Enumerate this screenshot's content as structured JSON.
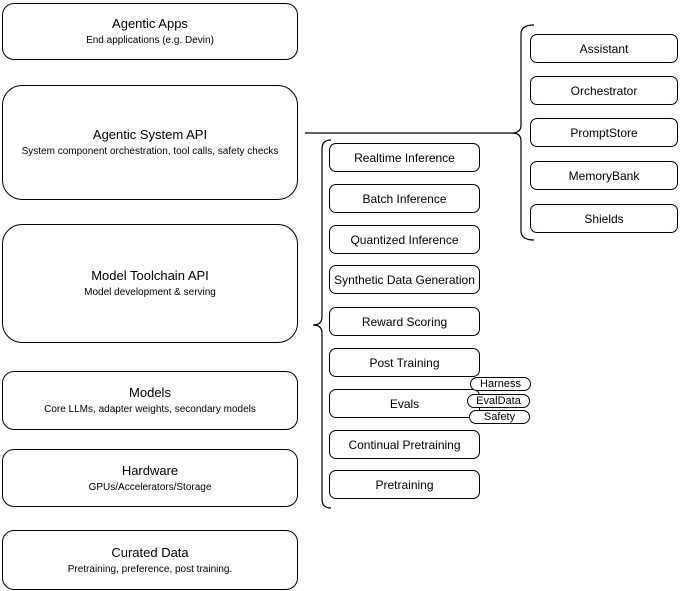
{
  "diagram": {
    "stack": [
      {
        "title": "Agentic Apps",
        "subtitle": "End applications (e.g. Devin)"
      },
      {
        "title": "Agentic System API",
        "subtitle": "System component orchestration, tool calls, safety checks"
      },
      {
        "title": "Model Toolchain API",
        "subtitle": "Model development & serving"
      },
      {
        "title": "Models",
        "subtitle": "Core LLMs, adapter weights, secondary models"
      },
      {
        "title": "Hardware",
        "subtitle": "GPUs/Accelerators/Storage"
      },
      {
        "title": "Curated Data",
        "subtitle": "Pretraining, preference, post training."
      }
    ],
    "toolchain_services": [
      "Realtime Inference",
      "Batch Inference",
      "Quantized Inference",
      "Synthetic Data Generation",
      "Reward Scoring",
      "Post Training",
      "Evals",
      "Continual Pretraining",
      "Pretraining"
    ],
    "system_components": [
      "Assistant",
      "Orchestrator",
      "PromptStore",
      "MemoryBank",
      "Shields"
    ],
    "eval_badges": [
      "Harness",
      "EvalData",
      "Safety"
    ],
    "colors": {
      "stroke": "#000000",
      "fill": "#ffffff",
      "text": "#000000"
    }
  }
}
